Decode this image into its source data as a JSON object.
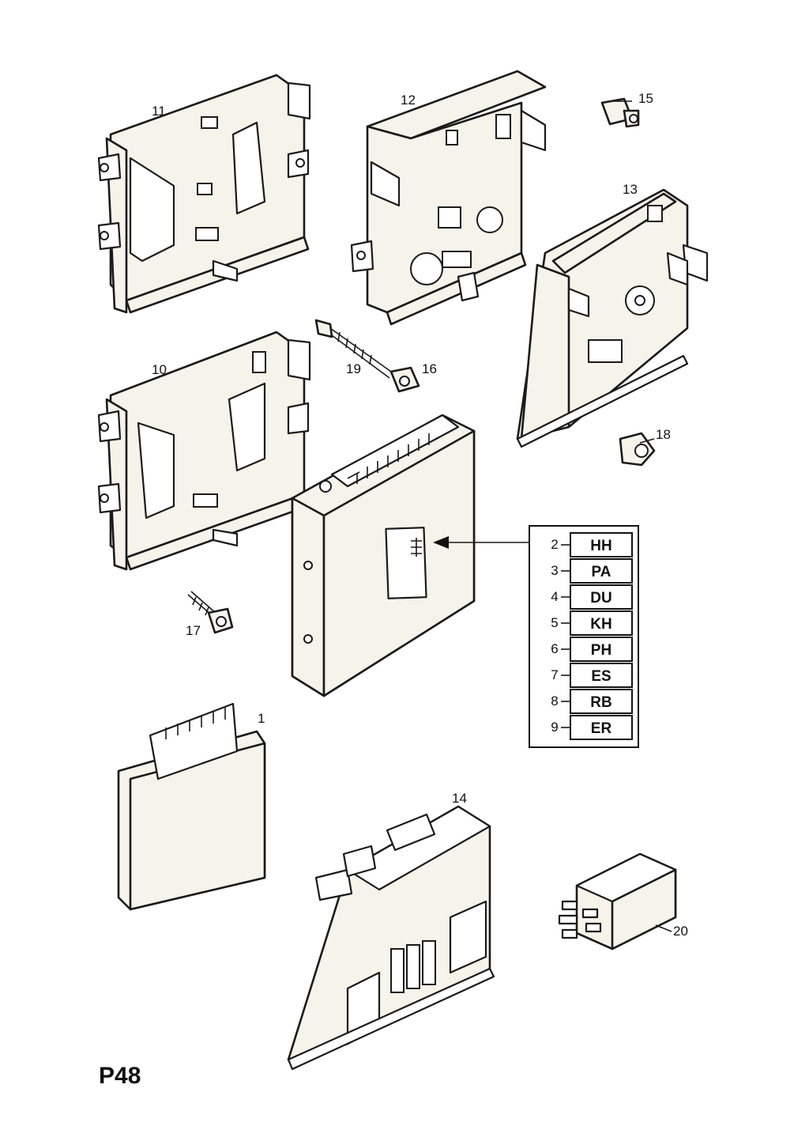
{
  "page_id": "P48",
  "callouts": {
    "c1": "1",
    "c10": "10",
    "c11": "11",
    "c12": "12",
    "c13": "13",
    "c14": "14",
    "c15": "15",
    "c16": "16",
    "c17": "17",
    "c18": "18",
    "c19": "19",
    "c20": "20"
  },
  "connector_codes": [
    {
      "pin": "2",
      "code": "HH"
    },
    {
      "pin": "3",
      "code": "PA"
    },
    {
      "pin": "4",
      "code": "DU"
    },
    {
      "pin": "5",
      "code": "KH"
    },
    {
      "pin": "6",
      "code": "PH"
    },
    {
      "pin": "7",
      "code": "ES"
    },
    {
      "pin": "8",
      "code": "RB"
    },
    {
      "pin": "9",
      "code": "ER"
    }
  ]
}
